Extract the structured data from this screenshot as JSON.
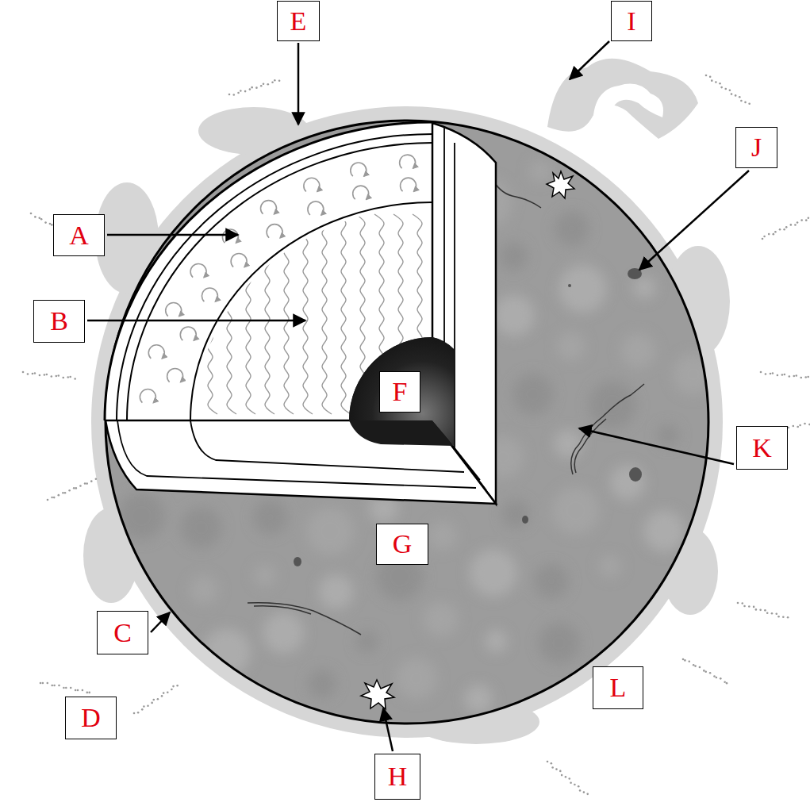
{
  "diagram": {
    "nodes": [
      {
        "text": [
          "E"
        ]
      },
      {
        "text": [
          "I"
        ]
      },
      {
        "text": [
          "J"
        ]
      },
      {
        "text": [
          "A"
        ]
      },
      {
        "text": [
          "B"
        ]
      },
      {
        "text": [
          "F"
        ]
      },
      {
        "text": [
          "K"
        ]
      },
      {
        "text": [
          "G"
        ]
      },
      {
        "text": [
          "C"
        ]
      },
      {
        "text": [
          "L"
        ]
      },
      {
        "text": [
          "D"
        ]
      },
      {
        "text": [
          "H"
        ]
      }
    ]
  }
}
